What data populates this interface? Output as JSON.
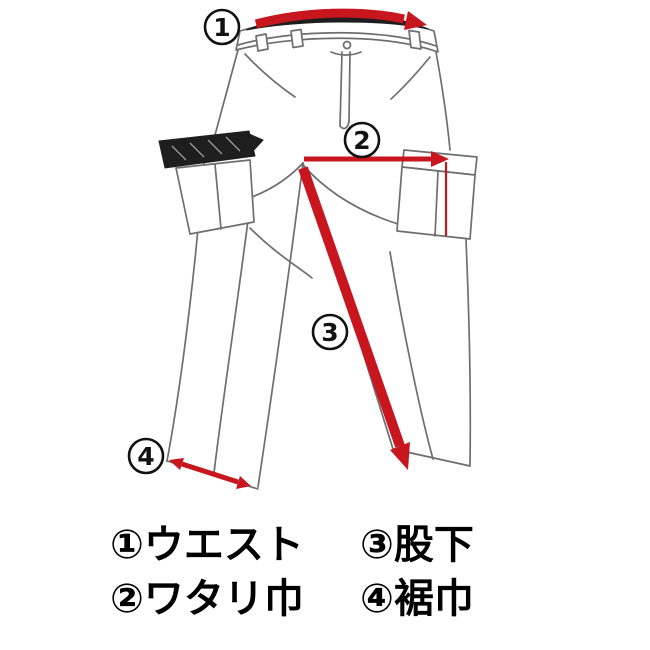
{
  "colors": {
    "arrow_red": "#c8161e",
    "line_gray": "#6e6e6e",
    "ink_black": "#111111"
  },
  "markers": {
    "waist_number": "1",
    "thigh_number": "2",
    "inseam_number": "3",
    "hem_number": "4"
  },
  "legend": {
    "items": [
      {
        "text": "①ウエスト"
      },
      {
        "text": "③股下"
      },
      {
        "text": "②ワタリ巾"
      },
      {
        "text": "④裾巾"
      }
    ]
  }
}
